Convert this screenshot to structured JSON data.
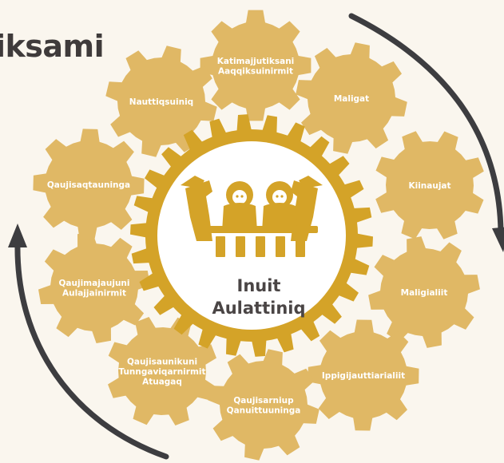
{
  "title": "iksami",
  "center": {
    "line1": "Inuit",
    "line2": "Aulattiniq",
    "icon": "four-people-at-table-icon"
  },
  "gears": [
    {
      "id": "katimajjutiksani",
      "lines": [
        "Katimajjutiksani",
        "Aaqqiksuinirmit"
      ]
    },
    {
      "id": "maligat",
      "lines": [
        "Maligat"
      ]
    },
    {
      "id": "kiinaujat",
      "lines": [
        "Kiinaujat"
      ]
    },
    {
      "id": "maligialiit",
      "lines": [
        "Maligialiit"
      ]
    },
    {
      "id": "ippigijauttiarialiit",
      "lines": [
        "Ippigijauttiarialiit"
      ]
    },
    {
      "id": "qaujisarniup",
      "lines": [
        "Qaujisarniup",
        "Qanuittuuninga"
      ]
    },
    {
      "id": "qaujisaunikuni",
      "lines": [
        "Qaujisaunikuni",
        "Tunngaviqarnirmit",
        "Atuagaq"
      ]
    },
    {
      "id": "qaujimajaujuni",
      "lines": [
        "Qaujimajaujuni",
        "Aulajjainirmit"
      ]
    },
    {
      "id": "qaujisaqtauninga",
      "lines": [
        "Qaujisaqtauninga"
      ]
    },
    {
      "id": "nauttiqsuiniq",
      "lines": [
        "Nauttiqsuiniq"
      ]
    }
  ],
  "colors": {
    "gear_fill": "#e0b865",
    "center_gear": "#d4a328",
    "center_face": "#ffffff",
    "arrow": "#3d3d40",
    "title": "#3f3b3b",
    "background": "#faf6ee"
  }
}
